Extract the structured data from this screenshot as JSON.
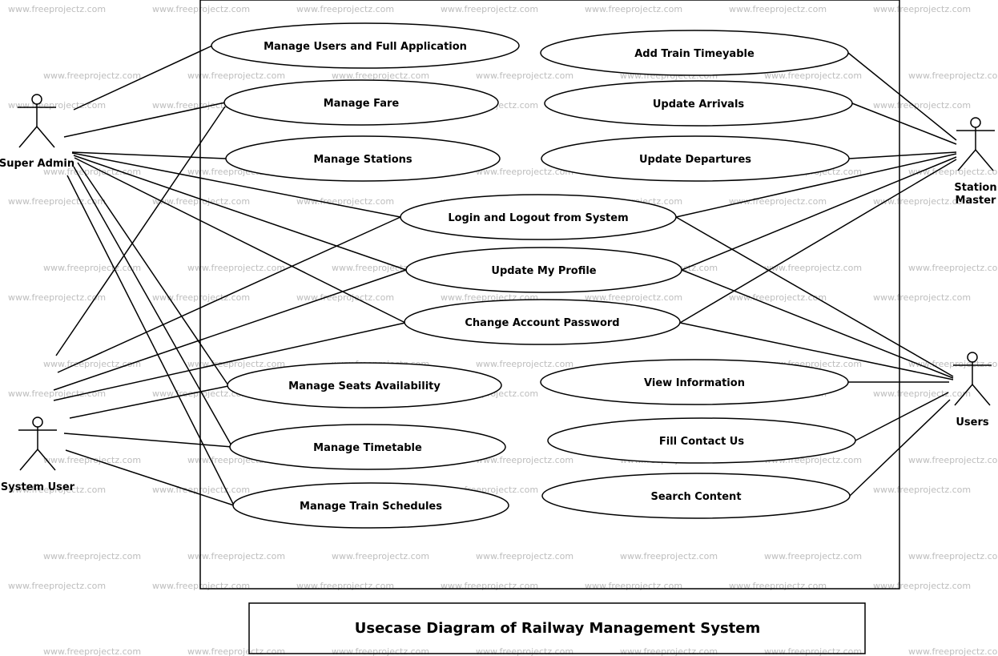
{
  "watermark_text": "www.freeprojectz.com",
  "title": "Usecase Diagram of Railway Management System",
  "actors": [
    {
      "id": "super-admin",
      "lines": [
        "Super Admin"
      ]
    },
    {
      "id": "system-user",
      "lines": [
        "System User"
      ]
    },
    {
      "id": "station-master",
      "lines": [
        "Station",
        "Master"
      ]
    },
    {
      "id": "users",
      "lines": [
        "Users"
      ]
    }
  ],
  "use_cases": [
    {
      "id": "manage-users",
      "label": "Manage Users and Full Application"
    },
    {
      "id": "manage-fare",
      "label": "Manage Fare"
    },
    {
      "id": "manage-stations",
      "label": "Manage Stations"
    },
    {
      "id": "login-logout",
      "label": "Login and Logout from System"
    },
    {
      "id": "update-profile",
      "label": "Update My Profile"
    },
    {
      "id": "change-password",
      "label": "Change Account Password"
    },
    {
      "id": "manage-seats",
      "label": "Manage Seats Availability"
    },
    {
      "id": "manage-timetable",
      "label": "Manage Timetable"
    },
    {
      "id": "manage-schedules",
      "label": "Manage Train Schedules"
    },
    {
      "id": "add-timetable",
      "label": "Add Train Timeyable"
    },
    {
      "id": "update-arrivals",
      "label": "Update Arrivals"
    },
    {
      "id": "update-departures",
      "label": "Update Departures"
    },
    {
      "id": "view-information",
      "label": "View Information"
    },
    {
      "id": "fill-contact",
      "label": "Fill Contact Us"
    },
    {
      "id": "search-content",
      "label": "Search Content"
    }
  ],
  "associations": [
    {
      "actor": "super-admin",
      "use_case": "manage-users"
    },
    {
      "actor": "super-admin",
      "use_case": "manage-fare"
    },
    {
      "actor": "super-admin",
      "use_case": "manage-stations"
    },
    {
      "actor": "super-admin",
      "use_case": "login-logout"
    },
    {
      "actor": "super-admin",
      "use_case": "update-profile"
    },
    {
      "actor": "super-admin",
      "use_case": "change-password"
    },
    {
      "actor": "super-admin",
      "use_case": "manage-seats"
    },
    {
      "actor": "super-admin",
      "use_case": "manage-timetable"
    },
    {
      "actor": "super-admin",
      "use_case": "manage-schedules"
    },
    {
      "actor": "system-user",
      "use_case": "manage-fare"
    },
    {
      "actor": "system-user",
      "use_case": "login-logout"
    },
    {
      "actor": "system-user",
      "use_case": "update-profile"
    },
    {
      "actor": "system-user",
      "use_case": "change-password"
    },
    {
      "actor": "system-user",
      "use_case": "manage-seats"
    },
    {
      "actor": "system-user",
      "use_case": "manage-timetable"
    },
    {
      "actor": "system-user",
      "use_case": "manage-schedules"
    },
    {
      "actor": "station-master",
      "use_case": "add-timetable"
    },
    {
      "actor": "station-master",
      "use_case": "update-arrivals"
    },
    {
      "actor": "station-master",
      "use_case": "update-departures"
    },
    {
      "actor": "station-master",
      "use_case": "login-logout"
    },
    {
      "actor": "station-master",
      "use_case": "update-profile"
    },
    {
      "actor": "station-master",
      "use_case": "change-password"
    },
    {
      "actor": "users",
      "use_case": "login-logout"
    },
    {
      "actor": "users",
      "use_case": "update-profile"
    },
    {
      "actor": "users",
      "use_case": "change-password"
    },
    {
      "actor": "users",
      "use_case": "view-information"
    },
    {
      "actor": "users",
      "use_case": "fill-contact"
    },
    {
      "actor": "users",
      "use_case": "search-content"
    }
  ]
}
